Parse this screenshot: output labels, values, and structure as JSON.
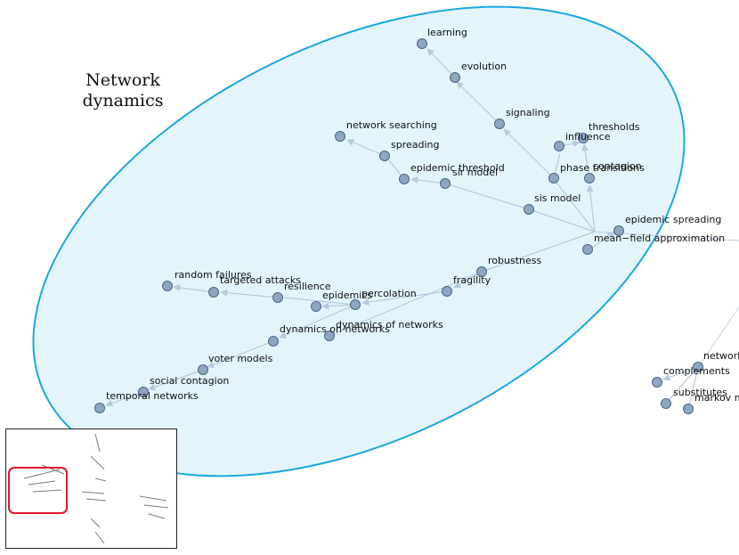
{
  "cluster": {
    "title_line1": "Network",
    "title_line2": "dynamics",
    "fill": "#e3f5fb",
    "stroke": "#1aa7df"
  },
  "colors": {
    "node_fill": "#8ea6c2",
    "node_stroke": "#4d6680",
    "edge": "#b7c9db",
    "viewport_box": "#e3162b"
  },
  "nodes": [
    {
      "id": "learning",
      "label": "learning"
    },
    {
      "id": "evolution",
      "label": "evolution"
    },
    {
      "id": "signaling",
      "label": "signaling"
    },
    {
      "id": "thresholds",
      "label": "thresholds"
    },
    {
      "id": "influence",
      "label": "influence"
    },
    {
      "id": "network-searching",
      "label": "network searching"
    },
    {
      "id": "spreading",
      "label": "spreading"
    },
    {
      "id": "phase-transitions",
      "label": "phase transitions"
    },
    {
      "id": "contagion",
      "label": "contagion"
    },
    {
      "id": "epidemic-threshold",
      "label": "epidemic threshold"
    },
    {
      "id": "sir-model",
      "label": "sir model"
    },
    {
      "id": "sis-model",
      "label": "sis model"
    },
    {
      "id": "epidemic-spreading",
      "label": "epidemic spreading"
    },
    {
      "id": "mean-field-approximation",
      "label": "mean−field approximation"
    },
    {
      "id": "robustness",
      "label": "robustness"
    },
    {
      "id": "fragility",
      "label": "fragility"
    },
    {
      "id": "random-failures",
      "label": "random failures"
    },
    {
      "id": "targeted-attacks",
      "label": "targeted attacks"
    },
    {
      "id": "resilience",
      "label": "resilience"
    },
    {
      "id": "epidemics",
      "label": "epidemics"
    },
    {
      "id": "percolation",
      "label": "percolation"
    },
    {
      "id": "dynamics-of-networks",
      "label": "dynamics of networks"
    },
    {
      "id": "dynamics-on-networks",
      "label": "dynamics on networks"
    },
    {
      "id": "voter-models",
      "label": "voter models"
    },
    {
      "id": "social-contagion",
      "label": "social contagion"
    },
    {
      "id": "temporal-networks",
      "label": "temporal networks"
    },
    {
      "id": "network",
      "label": "network"
    },
    {
      "id": "complements",
      "label": "complements"
    },
    {
      "id": "substitutes",
      "label": "substitutes"
    },
    {
      "id": "markov",
      "label": "markov m"
    }
  ]
}
